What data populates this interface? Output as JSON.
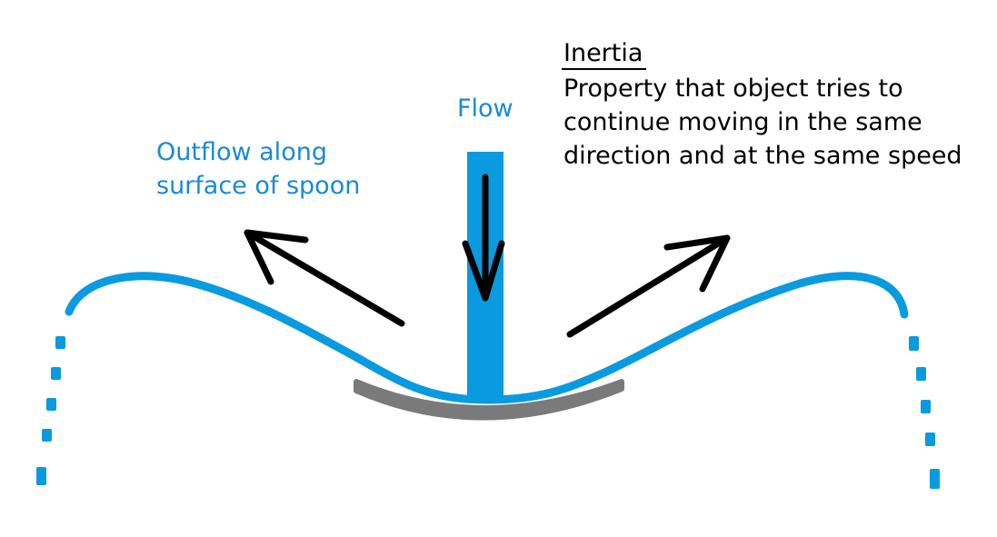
{
  "labels": {
    "flow": "Flow",
    "outflow_line1": "Outflow along",
    "outflow_line2": "surface of spoon",
    "inertia_title": "Inertia",
    "inertia_desc_line1": "Property that object tries to",
    "inertia_desc_line2": "continue moving in the same",
    "inertia_desc_line3": "direction and at the same speed"
  },
  "colors": {
    "water": "#0a9ae0",
    "spoon": "#7a7a7a",
    "arrow": "#000000",
    "text_blue": "#1a8ad4",
    "text_black": "#000000"
  }
}
